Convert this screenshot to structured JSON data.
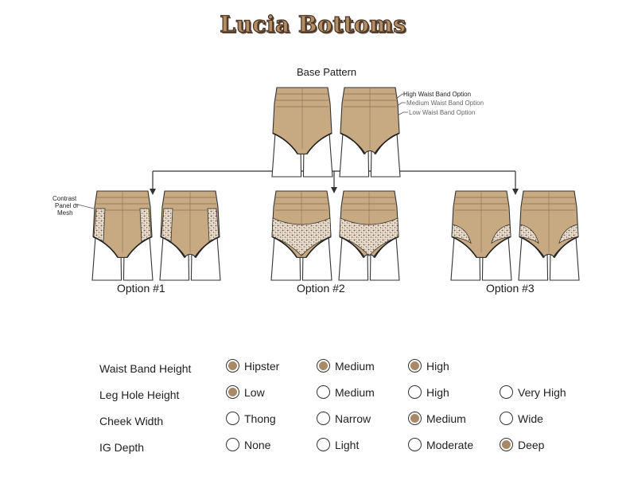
{
  "title": "Lucia Bottoms",
  "base": {
    "label": "Base Pattern",
    "callouts": [
      "High Waist Band Option",
      "Medium Waist Band Option",
      "Low Waist Band Option"
    ]
  },
  "annotation": {
    "line1": "Contrast",
    "line2": "Panel or",
    "line3": "Mesh"
  },
  "options": [
    {
      "label": "Option #1"
    },
    {
      "label": "Option #2"
    },
    {
      "label": "Option #3"
    }
  ],
  "colors": {
    "fabric": "#c8aa82",
    "fabric_dark": "#a98a66",
    "lace": "#e8dccb",
    "outline": "#333333"
  },
  "selectors": [
    {
      "name": "Waist Band Height",
      "choices": [
        {
          "label": "Hipster",
          "selected": true
        },
        {
          "label": "Medium",
          "selected": true
        },
        {
          "label": "High",
          "selected": true
        }
      ]
    },
    {
      "name": "Leg Hole Height",
      "choices": [
        {
          "label": "Low",
          "selected": true
        },
        {
          "label": "Medium",
          "selected": false
        },
        {
          "label": "High",
          "selected": false
        },
        {
          "label": "Very High",
          "selected": false
        }
      ]
    },
    {
      "name": "Cheek Width",
      "choices": [
        {
          "label": "Thong",
          "selected": false
        },
        {
          "label": "Narrow",
          "selected": false
        },
        {
          "label": "Medium",
          "selected": true
        },
        {
          "label": "Wide",
          "selected": false
        }
      ]
    },
    {
      "name": "IG Depth",
      "choices": [
        {
          "label": "None",
          "selected": false
        },
        {
          "label": "Light",
          "selected": false
        },
        {
          "label": "Moderate",
          "selected": false
        },
        {
          "label": "Deep",
          "selected": true
        }
      ]
    }
  ]
}
